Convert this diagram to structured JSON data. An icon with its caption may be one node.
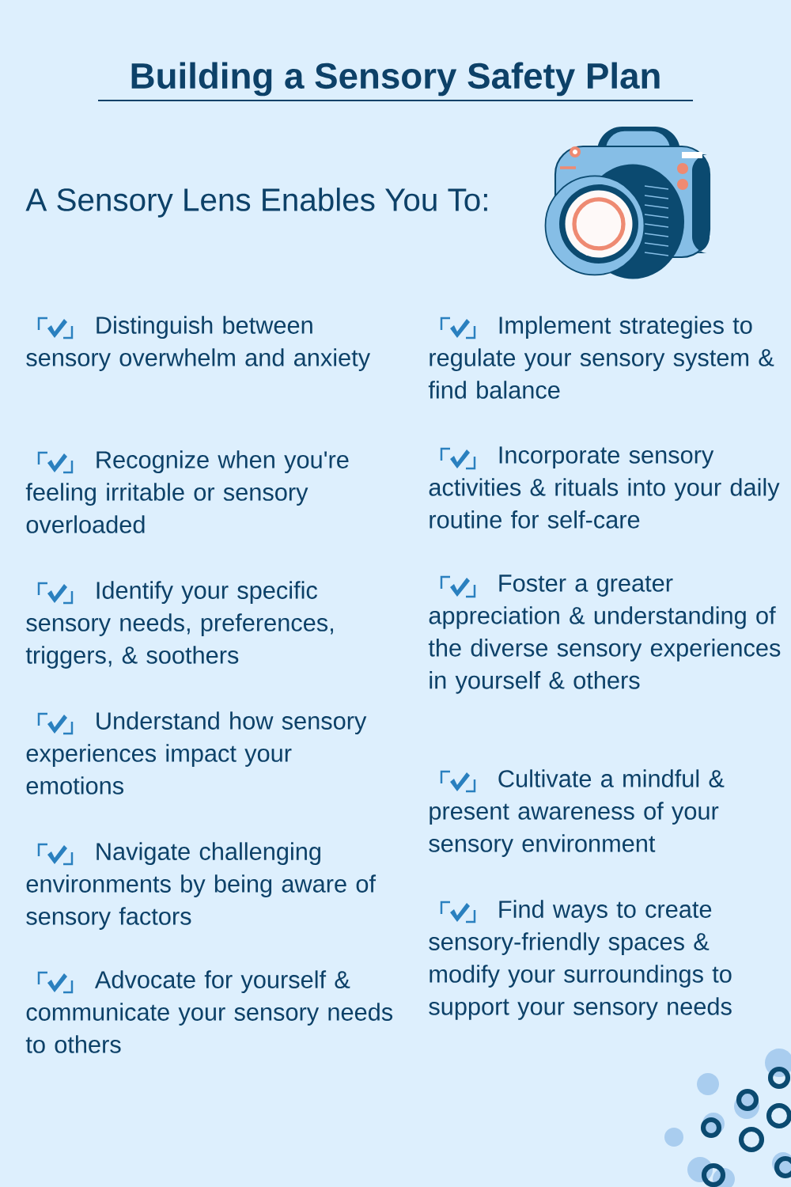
{
  "diagram": {
    "title": "Building a Sensory Safety Plan",
    "labels": [
      "A Sensory Lens Enables You To:",
      "Distinguish between sensory overwhelm and anxiety",
      "Recognize when you're feeling irritable or sensory overloaded",
      "Identify your specific sensory needs, preferences, triggers, & soothers",
      "Understand how sensory experiences impact your emotions",
      "Navigate challenging environments by being aware of sensory factors",
      "Advocate for yourself & communicate your sensory needs to others",
      "Implement strategies to regulate your sensory system & find balance",
      "Incorporate sensory activities & rituals into your daily routine for self-care",
      "Foster a greater appreciation & understanding of the diverse sensory experiences in yourself & others",
      "Cultivate a mindful & present awareness of your sensory environment",
      "Find ways to create sensory-friendly spaces & modify your surroundings to support your sensory needs"
    ]
  }
}
